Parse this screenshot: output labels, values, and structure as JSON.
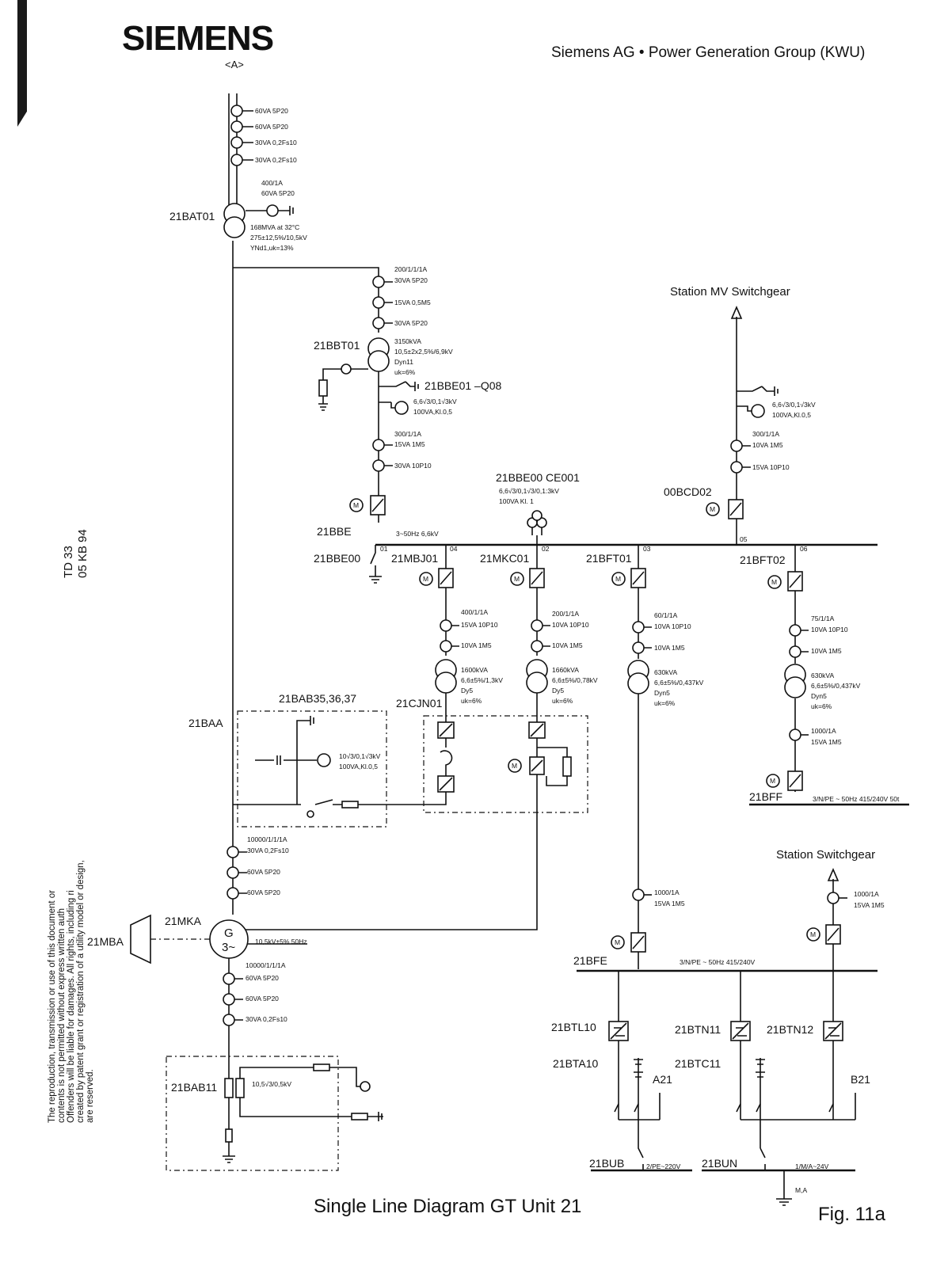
{
  "header": {
    "brand": "SIEMENS",
    "brand_sub": "<A>",
    "group": "Siemens AG • Power Generation Group (KWU)"
  },
  "side": {
    "doc_line1": "TD 33",
    "doc_line2": "05 KB 94",
    "legal": [
      "The reproduction, transmission or use of this document or",
      "contents is not permitted without express written auth",
      "Offenders will be liable for damages. All rights, including ri",
      "created by patent grant or registration of a utility model or design,",
      "are reserved."
    ]
  },
  "footer": {
    "title": "Single Line Diagram GT Unit 21",
    "fig": "Fig. 11a"
  },
  "labels": {
    "bat01": "21BAT01",
    "bbt01": "21BBT01",
    "bbe01": "21BBE01  –Q08",
    "bbe00_ce001": "21BBE00  CE001",
    "ocd02": "00BCD02",
    "bbe": "21BBE",
    "bbe00": "21BBE00",
    "mbj01": "21MBJ01",
    "mkc01": "21MKC01",
    "bft01": "21BFT01",
    "bft02": "21BFT02",
    "bab35": "21BAB35,36,37",
    "cjn01": "21CJN01",
    "baa": "21BAA",
    "bff": "21BFF",
    "mka": "21MKA",
    "mba": "21MBA",
    "bab11": "21BAB11",
    "bfe": "21BFE",
    "btl10": "21BTL10",
    "btn11": "21BTN11",
    "btn12": "21BTN12",
    "bta10": "21BTA10",
    "btc11": "21BTC11",
    "a21": "A21",
    "b21": "B21",
    "bub": "21BUB",
    "bun": "21BUN",
    "station_mv": "Station  MV  Switchgear",
    "station": "Station  Switchgear",
    "gen_g": "G",
    "gen_3": "3~"
  },
  "ratings": {
    "bat_ct1": "60VA  5P20",
    "bat_ct2": "60VA  5P20",
    "bat_ct3": "30VA  0,2Fs10",
    "bat_ct4": "30VA  0,2Fs10",
    "bat_ct5a": "400/1A",
    "bat_ct5b": "60VA  5P20",
    "bat_tr1": "168MVA  at  32°C",
    "bat_tr2": "275±12,5%/10,5kV",
    "bat_tr3": "YNd1,uk=13%",
    "bbt_ct1a": "200/1/1/1A",
    "bbt_ct1b": "30VA  5P20",
    "bbt_ct2": "15VA  0,5M5",
    "bbt_ct3": "30VA  5P20",
    "bbt_tr1": "3150kVA",
    "bbt_tr2": "10,5±2x2,5%/6,9kV",
    "bbt_tr3": "Dyn11",
    "bbt_tr4": "uk=6%",
    "bbe01_vt1": "6,6√3/0,1√3kV",
    "bbe01_vt2": "100VA,Kl.0,5",
    "bbt_ct4a": "300/1/1A",
    "bbt_ct4b": "15VA  1M5",
    "bbt_ct5": "30VA  10P10",
    "ce001_vt1": "6,6√3/0,1√3/0,1:3kV",
    "ce001_vt2": "100VA  Kl.  1",
    "bbe_bus": "3~50Hz  6,6kV",
    "mv_vt1": "6,6√3/0,1√3kV",
    "mv_vt2": "100VA,Kl.0,5",
    "mv_ct1a": "300/1/1A",
    "mv_ct1b": "10VA  1M5",
    "mv_ct2": "15VA  10P10",
    "p01": "01",
    "p02": "02",
    "p03": "03",
    "p04": "04",
    "p05": "05",
    "p06": "06",
    "mbj_ct1a": "400/1/1A",
    "mbj_ct1b": "15VA  10P10",
    "mbj_ct2": "10VA  1M5",
    "mbj_tr1": "1600kVA",
    "mbj_tr2": "6,6±5%/1,3kV",
    "mbj_tr3": "Dy5",
    "mbj_tr4": "uk=6%",
    "mkc_ct1a": "200/1/1A",
    "mkc_ct1b": "10VA  10P10",
    "mkc_ct2": "10VA  1M5",
    "mkc_tr1": "1660kVA",
    "mkc_tr2": "6,6±5%/0,78kV",
    "mkc_tr3": "Dy5",
    "mkc_tr4": "uk=6%",
    "bft1_ct1a": "60/1/1A",
    "bft1_ct1b": "10VA  10P10",
    "bft1_ct2": "10VA  1M5",
    "bft1_tr1": "630kVA",
    "bft1_tr2": "6,6±5%/0,437kV",
    "bft1_tr3": "Dyn5",
    "bft1_tr4": "uk=6%",
    "bft2_ct1a": "75/1/1A",
    "bft2_ct1b": "10VA  10P10",
    "bft2_ct2": "10VA  1M5",
    "bft2_tr1": "630kVA",
    "bft2_tr2": "6,6±5%/0,437kV",
    "bft2_tr3": "Dyn5",
    "bft2_tr4": "uk=6%",
    "bft2_ct3a": "1000/1A",
    "bft2_ct3b": "15VA  1M5",
    "bff_bus": "3/N/PE  ~  50Hz  415/240V  50t",
    "bab_vt1": "10√3/0,1√3kV",
    "bab_vt2": "100VA,Kl.0,5",
    "gen_ct1a": "10000/1/1/1A",
    "gen_ct1b": "30VA  0,2Fs10",
    "gen_ct2": "60VA  5P20",
    "gen_ct3": "60VA  5P20",
    "gen_rating": "10,5kV±5%  50Hz",
    "gen_ct4a": "10000/1/1/1A",
    "gen_ct4b": "60VA  5P20",
    "gen_ct5": "60VA  5P20",
    "gen_ct6": "30VA  0,2Fs10",
    "bab11_vt": "10,5√3/0,5kV",
    "bft1_ct3a": "1000/1A",
    "bft1_ct3b": "15VA  1M5",
    "st_ct_a": "1000/1A",
    "st_ct_b": "15VA  1M5",
    "bfe_bus": "3/N/PE  ~  50Hz  415/240V",
    "bub_bus": "2/PE~220V",
    "bun_bus": "1/M/A~24V",
    "ma": "M,A"
  }
}
